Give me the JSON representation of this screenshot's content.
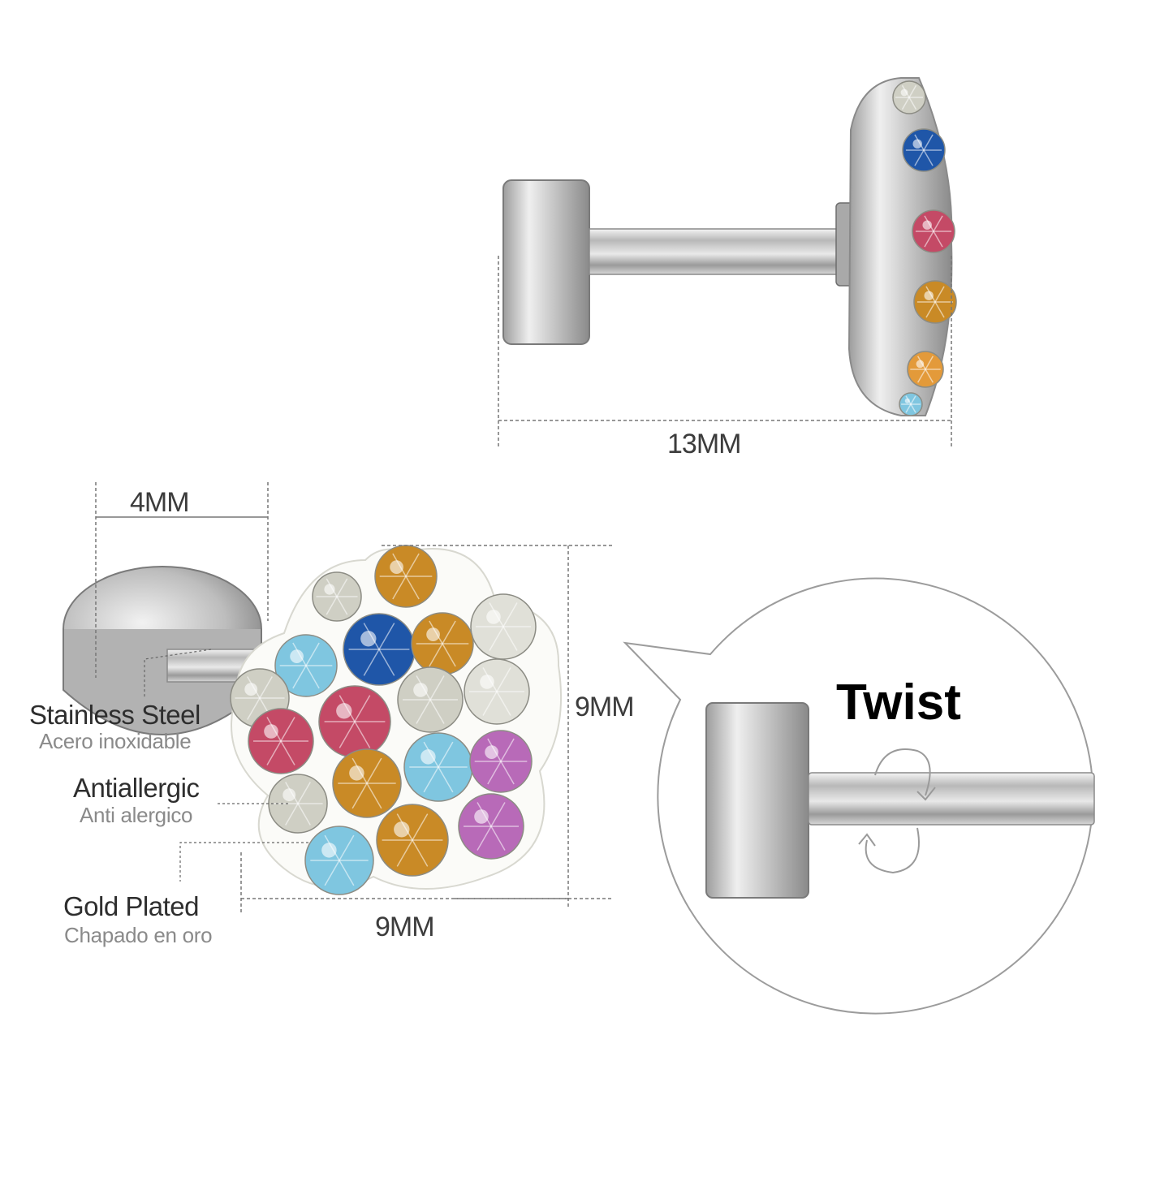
{
  "dimensions": {
    "length": "13MM",
    "back_width": "4MM",
    "height": "9MM",
    "width": "9MM"
  },
  "features": [
    {
      "title": "Stainless Steel",
      "subtitle": "Acero inoxidable"
    },
    {
      "title": "Antiallergic",
      "subtitle": "Anti alergico"
    },
    {
      "title": "Gold Plated",
      "subtitle": "Chapado en oro"
    }
  ],
  "callout": {
    "label": "Twist"
  },
  "crystals": [
    {
      "color": "#cfcfc4"
    },
    {
      "color": "#1f56a8"
    },
    {
      "color": "#c44a66"
    },
    {
      "color": "#c98a26"
    },
    {
      "color": "#7fc6e0"
    },
    {
      "color": "#b86ab8"
    },
    {
      "color": "#e39a3a"
    },
    {
      "color": "#e0e0d8"
    }
  ]
}
